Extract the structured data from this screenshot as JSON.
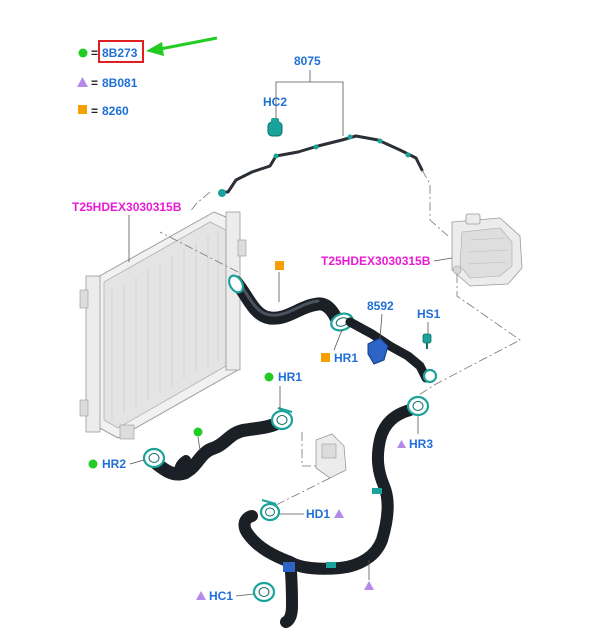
{
  "legend": [
    {
      "marker": "circle",
      "color": "#22cc22",
      "code": "8B273",
      "highlighted": true
    },
    {
      "marker": "triangle",
      "color": "#b48be8",
      "code": "8B081"
    },
    {
      "marker": "square",
      "color": "#f5a000",
      "code": "8260"
    }
  ],
  "callouts": {
    "assembly": "8075",
    "hc2": "HC2",
    "radiator": "T25HDEX3030315B",
    "reservoir": "T25HDEX3030315B",
    "bracket": "8592",
    "hs1": "HS1",
    "hr1_upper": "HR1",
    "hr1_lower": "HR1",
    "hr2": "HR2",
    "hr3": "HR3",
    "hd1": "HD1",
    "hc1": "HC1"
  },
  "colors": {
    "label_blue": "#1f6fd6",
    "label_magenta": "#e81ad6",
    "highlight_box": "#e02020",
    "arrow_green": "#22cc22",
    "clamp_teal": "#1aa39a"
  }
}
